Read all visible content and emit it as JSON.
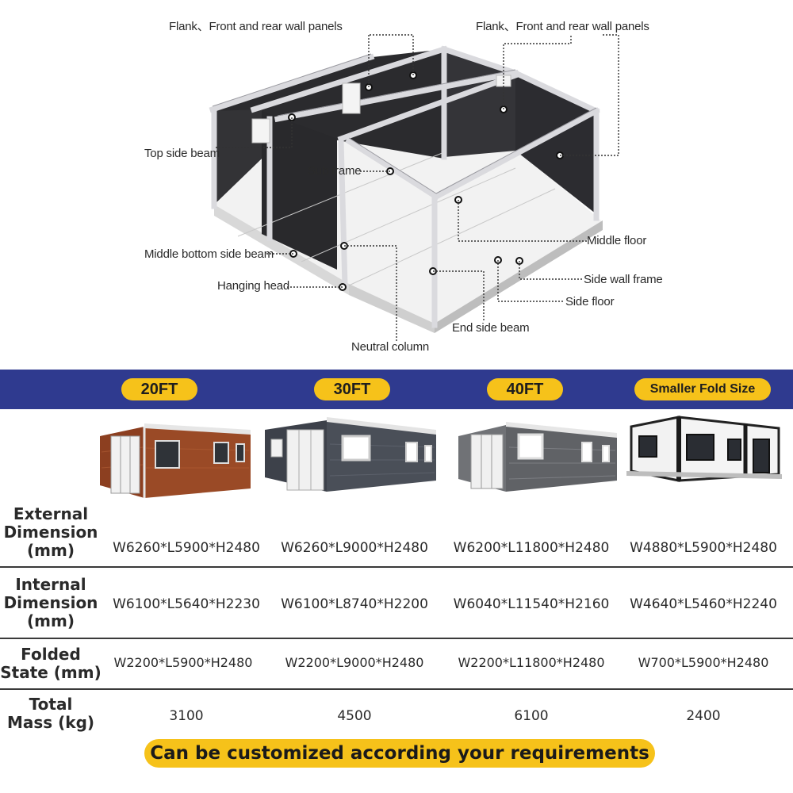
{
  "diagram": {
    "labels": {
      "flank_left": "Flank、Front and rear wall panels",
      "flank_right": "Flank、Front and rear wall panels",
      "top_side_beam": "Top side beam",
      "sub_frame": "Sub frame",
      "middle_floor": "Middle floor",
      "middle_bottom_side_beam": "Middle bottom side beam",
      "side_wall_frame": "Side wall frame",
      "hanging_head": "Hanging head",
      "side_floor": "Side floor",
      "end_side_beam": "End side beam",
      "neutral_column": "Neutral column"
    }
  },
  "table": {
    "columns": [
      "20FT",
      "30FT",
      "40FT",
      "Smaller Fold Size"
    ],
    "rows": [
      {
        "label_lines": [
          "External",
          "Dimension",
          "(mm)"
        ],
        "values": [
          "W6260*L5900*H2480",
          "W6260*L9000*H2480",
          "W6200*L11800*H2480",
          "W4880*L5900*H2480"
        ]
      },
      {
        "label_lines": [
          "Internal",
          "Dimension",
          "(mm)"
        ],
        "values": [
          "W6100*L5640*H2230",
          "W6100*L8740*H2200",
          "W6040*L11540*H2160",
          "W4640*L5460*H2240"
        ]
      },
      {
        "label_lines": [
          "Folded",
          "State (mm)"
        ],
        "values": [
          "W2200*L5900*H2480",
          "W2200*L9000*H2480",
          "W2200*L11800*H2480",
          "W700*L5900*H2480"
        ]
      },
      {
        "label_lines": [
          "Total",
          "Mass (kg)"
        ],
        "values": [
          "3100",
          "4500",
          "6100",
          "2400"
        ]
      }
    ]
  },
  "cta": "Can be customized according your requirements",
  "colors": {
    "band": "#2f3a8f",
    "pill": "#f6c21a",
    "wall_panel": "#2b2b2e",
    "frame": "#e9e9ec",
    "floor": "#f2f2f2"
  }
}
